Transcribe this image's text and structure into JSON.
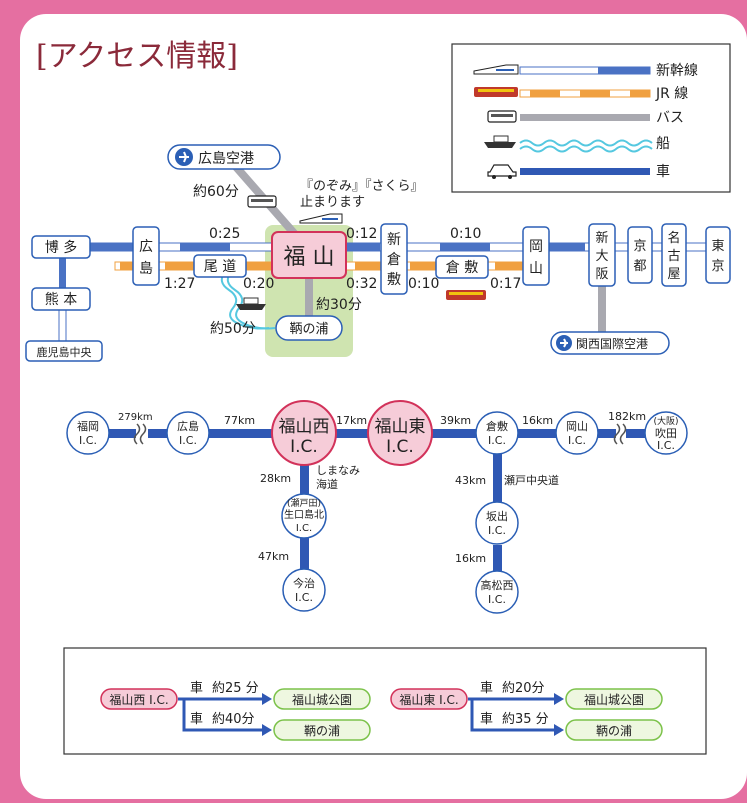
{
  "title": "[アクセス情報]",
  "legend": {
    "shinkansen": "新幹線",
    "jr": "JR 線",
    "bus": "バス",
    "ship": "船",
    "car": "車"
  },
  "rail_map": {
    "airport_hiroshima": "広島空港",
    "airport_time": "約60分",
    "nozomi_note_1": "『のぞみ』『さくら』",
    "nozomi_note_2": "止まります",
    "hakata": "博 多",
    "kumamoto": "熊 本",
    "kagoshima": "鹿児島中央",
    "hiroshima_1": "広",
    "hiroshima_2": "島",
    "onomichi": "尾 道",
    "fukuyama": "福 山",
    "shinkurashiki_1": "新",
    "shinkurashiki_2": "倉",
    "shinkurashiki_3": "敷",
    "kurashiki": "倉 敷",
    "okayama_1": "岡",
    "okayama_2": "山",
    "shinosaka_1": "新",
    "shinosaka_2": "大",
    "shinosaka_3": "阪",
    "kyoto_1": "京",
    "kyoto_2": "都",
    "nagoya_1": "名",
    "nagoya_2": "古",
    "nagoya_3": "屋",
    "tokyo_1": "東",
    "tokyo_2": "京",
    "kansai_airport": "関西国際空港",
    "tomo": "鞆の浦",
    "t_hiro_fuku": "0:25",
    "t_hiro_fuku_jr": "1:27",
    "t_ono_fuku": "0:20",
    "t_fuku_shinkura": "0:12",
    "t_fuku_shinkura_jr": "0:32",
    "t_shinkura_oka": "0:10",
    "t_kura_a": "0:10",
    "t_kura_oka": "0:17",
    "t_fuku_tomo": "約30分",
    "t_ship": "約50分"
  },
  "road_map": {
    "fukuoka_1": "福岡",
    "fukuoka_2": "I.C.",
    "hiroshima_1": "広島",
    "hiroshima_2": "I.C.",
    "fukuyama_nishi_1": "福山西",
    "fukuyama_nishi_2": "I.C.",
    "fukuyama_higashi_1": "福山東",
    "fukuyama_higashi_2": "I.C.",
    "kurashiki_1": "倉敷",
    "kurashiki_2": "I.C.",
    "okayama_1": "岡山",
    "okayama_2": "I.C.",
    "suita_1": "(大阪)",
    "suita_2": "吹田",
    "suita_3": "I.C.",
    "seto_1": "(瀬戸田)",
    "seto_2": "生口島北",
    "seto_3": "I.C.",
    "imabari_1": "今治",
    "imabari_2": "I.C.",
    "sakaide_1": "坂出",
    "sakaide_2": "I.C.",
    "takamatsu_1": "高松西",
    "takamatsu_2": "I.C.",
    "d_fukuoka_hiroshima": "279km",
    "d_hiroshima_nishi": "77km",
    "d_nishi_higashi": "17km",
    "d_higashi_kurashiki": "39km",
    "d_kurashiki_okayama": "16km",
    "d_okayama_suita": "182km",
    "d_nishi_seto": "28km",
    "d_seto_imabari": "47km",
    "d_kurashiki_sakaide": "43km",
    "d_sakaide_takamatsu": "16km",
    "shimanami_1": "しまなみ",
    "shimanami_2": "海道",
    "setochuo": "瀬戸中央道"
  },
  "directions": {
    "from_nishi": "福山西 I.C.",
    "from_higashi": "福山東 I.C.",
    "car": "車",
    "nishi_to_castle_time": "約25 分",
    "nishi_to_tomo_time": "約40分",
    "higashi_to_castle_time": "約20分",
    "higashi_to_tomo_time": "約35 分",
    "castle_park": "福山城公園",
    "tomo": "鞆の浦"
  },
  "colors": {
    "background": "#e56fa1",
    "shinkansen": "#4a72c4",
    "jr": "#f0a040",
    "bus": "#a9a9b0",
    "ship": "#55c8e0",
    "car": "#2f58b4",
    "station_border": "#2b5fb5",
    "fukuyama_fill": "#f6ccd8",
    "fukuyama_border": "#d2325a",
    "highlight_zone": "#cfe4b0",
    "green_box_border": "#7cc24a",
    "green_box_fill": "#eef7e0",
    "title": "#8b2a3a"
  }
}
